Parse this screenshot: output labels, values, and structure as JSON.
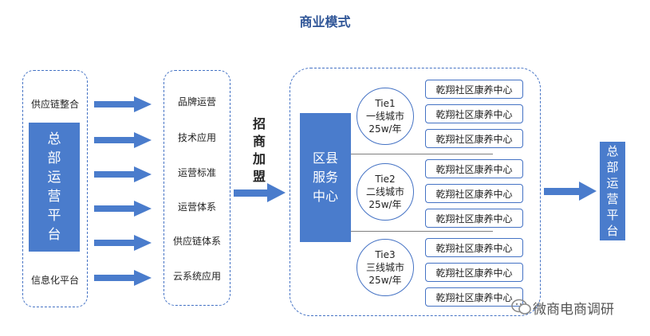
{
  "title": "商业模式",
  "left": {
    "top_label": "供应链整合",
    "main_box": [
      "总",
      "部",
      "运",
      "营",
      "平",
      "台"
    ],
    "bottom_label": "信息化平台"
  },
  "functions": [
    "品牌运营",
    "技术应用",
    "运营标准",
    "运营体系",
    "供应链体系",
    "云系统应用"
  ],
  "join_label": [
    "招",
    "商",
    "加",
    "盟"
  ],
  "county": [
    "区县",
    "服务",
    "中心"
  ],
  "tiers": [
    {
      "name": "Tie1",
      "city": "一线城市",
      "fee": "25w/年"
    },
    {
      "name": "Tie2",
      "city": "二线城市",
      "fee": "25w/年"
    },
    {
      "name": "Tie3",
      "city": "三线城市",
      "fee": "25w/年"
    }
  ],
  "center_label": "乾翔社区康养中心",
  "right_box": [
    "总",
    "部",
    "运",
    "营",
    "平",
    "台"
  ],
  "watermark": "微商电商调研",
  "colors": {
    "primary": "#4a7ccc",
    "border": "#4472c4",
    "title": "#2f5597"
  }
}
